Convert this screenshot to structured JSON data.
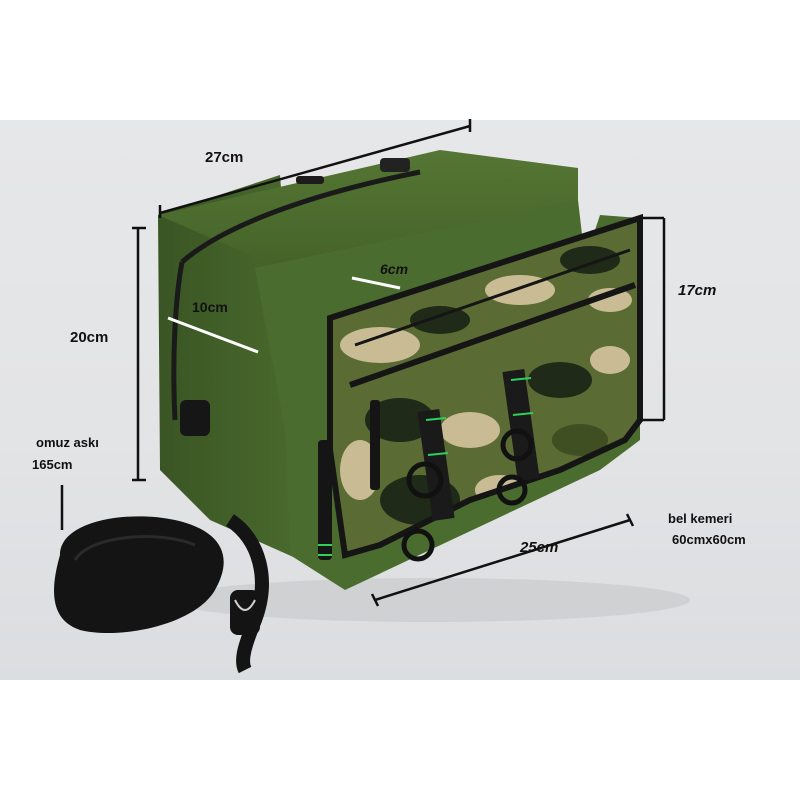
{
  "colors": {
    "background": "#e4e5e7",
    "bag_green": "#4a6a2e",
    "bag_green_dark": "#3a5424",
    "camo_dark": "#1f2a18",
    "camo_olive": "#5b6b34",
    "camo_tan": "#c9bc95",
    "strap": "#141414",
    "accent_green": "#2fd05a"
  },
  "dimensions": {
    "length_top": "27cm",
    "height_side": "20cm",
    "depth": "10cm",
    "pocket_depth": "6cm",
    "pocket_height": "17cm",
    "pocket_width": "25cm"
  },
  "strap_info": {
    "shoulder_label": "omuz askı",
    "shoulder_length": "165cm",
    "belt_label": "bel kemeri",
    "belt_size": "60cmx60cm"
  },
  "icons": {
    "bag": "camouflage-crossbody-bag",
    "strap": "black-shoulder-strap"
  }
}
